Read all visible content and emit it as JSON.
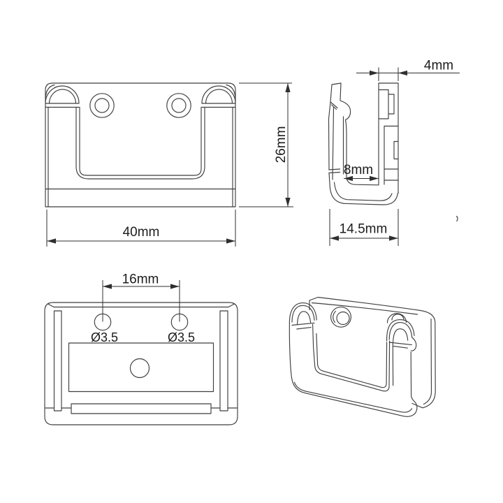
{
  "drawing": {
    "type": "technical-drawing",
    "part": "mounting-clip-bracket",
    "colors": {
      "background": "#ffffff",
      "line": "#3f3f3f",
      "dimension_line": "#2f2f2f",
      "text": "#1c1c1c"
    },
    "views": {
      "front": {
        "width_dim": "40mm",
        "height_dim": "26mm"
      },
      "side": {
        "thickness_dim": "4mm",
        "inner_gap_dim": "8mm",
        "depth_dim": "14.5mm"
      },
      "back": {
        "hole_spacing_dim": "16mm",
        "left_hole_dia": "Ø3.5",
        "right_hole_dia": "Ø3.5"
      },
      "isometric": {}
    }
  }
}
